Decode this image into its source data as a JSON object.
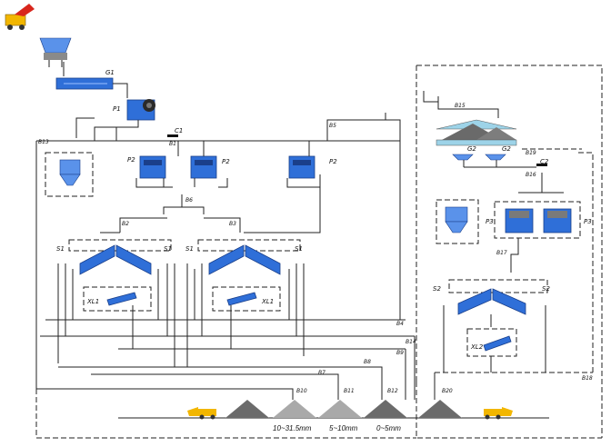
{
  "labels": {
    "feeder": "G1",
    "jaw_crusher": "P1",
    "conveyor_c1": "C1",
    "bin_b1": "B1",
    "bin_b13": "B13",
    "bin_b5": "B5",
    "cone_left": "P2",
    "cone_mid": "P2",
    "cone_right": "P2",
    "bin_b6": "B6",
    "bin_b2": "B2",
    "bin_b3": "B3",
    "screen_1a": "S1",
    "screen_1b": "S1",
    "screen_1c": "S1",
    "screen_1d": "S1",
    "washer_1a": "XL1",
    "washer_1b": "XL1",
    "bin_b4": "B4",
    "bin_b14": "B14",
    "bin_b9": "B9",
    "bin_b7": "B7",
    "bin_b8": "B8",
    "bin_b10": "B10",
    "bin_b11": "B11",
    "bin_b12": "B12",
    "bin_b20": "B20",
    "bin_b15": "B15",
    "feeder_g2a": "G2",
    "feeder_g2b": "G2",
    "bin_b19": "B19",
    "conveyor_c2": "C2",
    "bin_b16": "B16",
    "vsi_left": "P3",
    "vsi_right": "P3",
    "bin_b17": "B17",
    "screen_2a": "S2",
    "screen_2b": "S2",
    "washer_2": "XL2",
    "bin_b18": "B18"
  },
  "products": {
    "coarse": "10~31.5mm",
    "medium": "5~10mm",
    "fine": "0~5mm"
  },
  "colors": {
    "equipment": "#2f6fd8",
    "truck": "#f2b600",
    "stockpile": "#6b6b6b"
  },
  "icons": [
    "dump-truck-icon",
    "loader-icon",
    "jaw-crusher-icon",
    "cone-crusher-icon",
    "vibrating-screen-icon",
    "sand-washer-icon",
    "dust-collector-icon",
    "vsi-crusher-icon",
    "surge-bin-icon",
    "stockpile-icon"
  ]
}
